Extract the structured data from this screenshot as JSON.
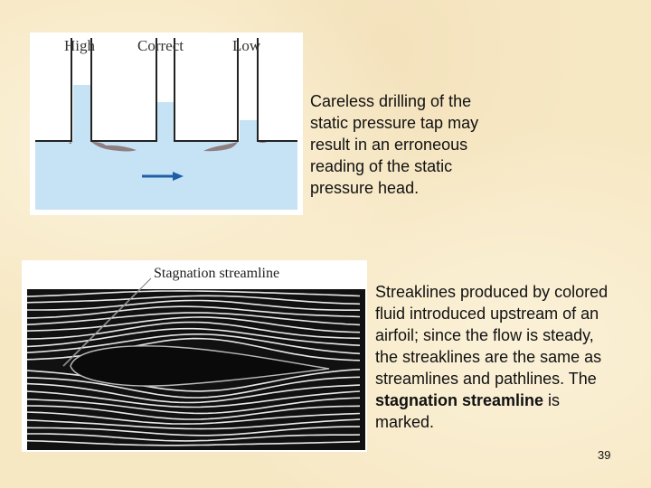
{
  "figure_top": {
    "labels": {
      "high": "High",
      "correct": "Correct",
      "low": "Low"
    }
  },
  "caption_top": "Careless drilling of the static pressure tap may result in an erroneous reading of the static pressure head.",
  "figure_bottom": {
    "label": "Stagnation streamline"
  },
  "caption_bottom": {
    "text_before": "Streaklines produced by colored fluid introduced upstream of an airfoil; since the flow is steady, the streaklines are the same as streamlines and pathlines. The ",
    "bold": "stagnation streamline",
    "text_after": " is marked."
  },
  "page_number": "39",
  "colors": {
    "background": "#f7e8c4",
    "water": "#c5e3f5",
    "arrow": "#1f5fa8"
  }
}
